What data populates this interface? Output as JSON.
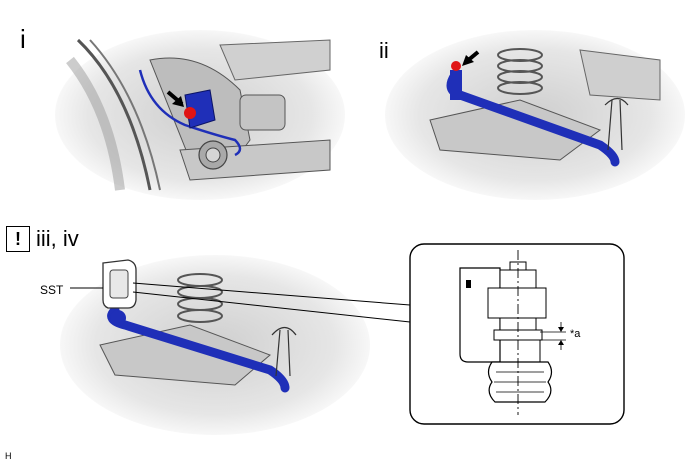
{
  "steps": {
    "step1": "i",
    "step2": "ii",
    "step3": "iii, iv"
  },
  "caution_symbol": "!",
  "callouts": {
    "tool": "SST",
    "dimension": "*a"
  },
  "figure_code": "H",
  "colors": {
    "highlight_part": "#1f2fb8",
    "nut_marker": "#e01414",
    "line": "#000000",
    "shade": "#d9d9d9"
  }
}
